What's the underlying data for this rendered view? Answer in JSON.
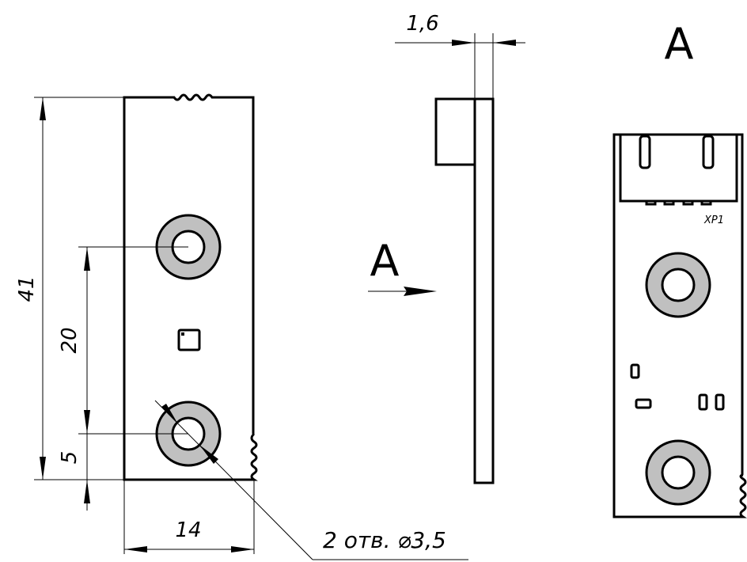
{
  "drawing": {
    "type": "engineering-drawing",
    "views": {
      "front": {
        "dimensions": {
          "height": "41",
          "hole_spacing": "20",
          "hole_offset": "5",
          "width": "14"
        },
        "note": "2 отв. ⌀3,5"
      },
      "side": {
        "dimensions": {
          "thickness": "1,6"
        },
        "view_marker": "А"
      },
      "view_a": {
        "title": "А",
        "connector_label": "XP1"
      }
    },
    "colors": {
      "line": "#000000",
      "pad_fill": "#c0c0c0",
      "background": "#ffffff"
    }
  }
}
